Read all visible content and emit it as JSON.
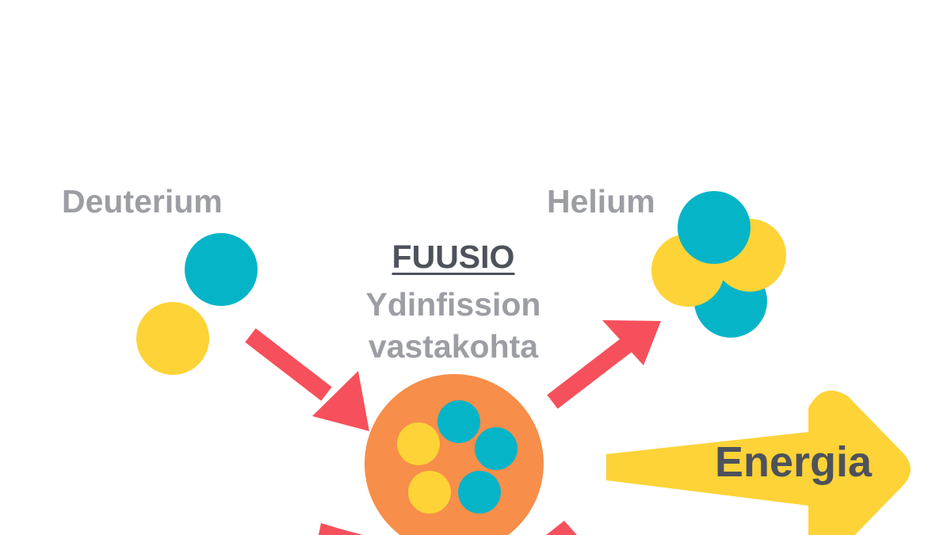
{
  "labels": {
    "deuterium": "Deuterium",
    "helium": "Helium",
    "title": "FUUSIO",
    "subtitle_line1": "Ydinfission",
    "subtitle_line2": "vastakohta",
    "energy": "Energia"
  },
  "colors": {
    "background": "#ffffff",
    "label_gray": "#9c9ea4",
    "title_dark": "#4d525b",
    "energy_text": "#4d525b",
    "teal": "#06b4c8",
    "yellow": "#fdd337",
    "orange": "#f78e49",
    "arrow_red": "#f6505c"
  }
}
